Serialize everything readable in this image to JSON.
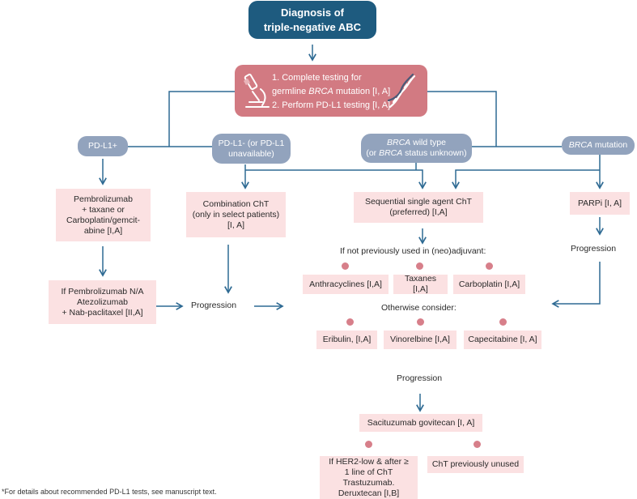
{
  "title": {
    "line1": "Diagnosis of",
    "line2": "triple-negative ABC"
  },
  "testing": {
    "line1": "1. Complete testing for",
    "line2_pre": "germline ",
    "line2_em": "BRCA",
    "line2_post": " mutation [I, A]",
    "line3": "2. Perform PD-L1 testing [I, A]"
  },
  "branches": {
    "pdl1_pos": "PD-L1+",
    "pdl1_neg": "PD-L1- (or PD-L1\nunavailable)",
    "brca_wt_em1": "BRCA",
    "brca_wt_line1": " wild type",
    "brca_wt_pre2": "(or ",
    "brca_wt_em2": "BRCA",
    "brca_wt_post2": " status unknown)",
    "brca_mut_em": "BRCA",
    "brca_mut_post": " mutation"
  },
  "boxes": {
    "pembro": "Pembrolizumab\n+ taxane or\nCarboplatin/gemcit-\nabine [I,A]",
    "atezo": "If Pembrolizumab N/A\nAtezolizumab\n+ Nab-paclitaxel [II,A]",
    "combo": "Combination ChT\n(only in select patients)\n[I, A]",
    "sequential": "Sequential single agent ChT\n(preferred) [I,A]",
    "parpi": "PARPi [I, A]",
    "anthracyclines": "Anthracyclines [I,A]",
    "taxanes": "Taxanes [I,A]",
    "carboplatin": "Carboplatin [I,A]",
    "eribulin": "Eribulin,  [I,A]",
    "vinorelbine": "Vinorelbine [I,A]",
    "capecitabine": "Capecitabine [I, A]",
    "sacituzumab": "Sacituzumab govitecan [I, A]",
    "her2low": "If HER2-low & after ≥\n1 line of ChT\nTrastuzumab.\nDeruxtecan [I,B]",
    "cht_unused": "ChT previously unused"
  },
  "labels": {
    "not_previously": "If not previously used in (neo)adjuvant:",
    "otherwise": "Otherwise consider:",
    "progression": "Progression"
  },
  "footnote": "*For details about recommended PD-L1 tests, see manuscript text.",
  "colors": {
    "title_bg": "#1e5b7f",
    "testing_bg": "#d27a82",
    "pill_bg": "#92a3bd",
    "box_bg": "#fbe1e2",
    "line": "#2e6a93",
    "dot": "#d77f8a"
  },
  "icons": [
    "microscope-icon",
    "dna-icon"
  ]
}
